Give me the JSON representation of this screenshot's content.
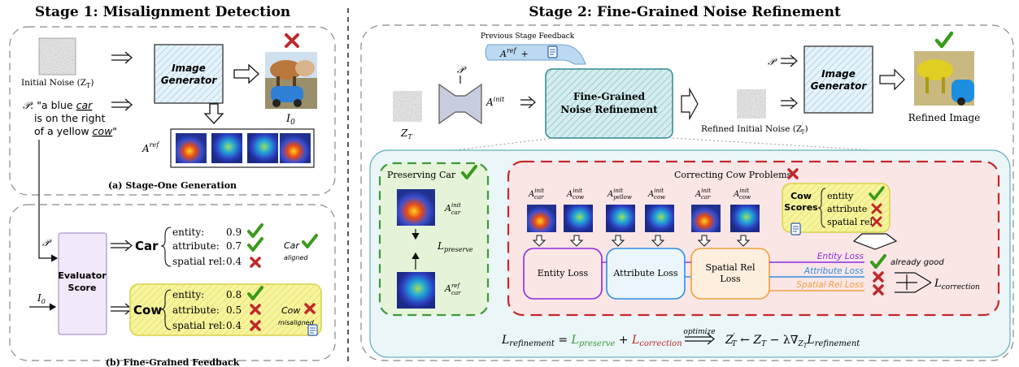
{
  "stage1": {
    "title": "Stage 1: Misalignment Detection",
    "initial_noise_label": "Initial Noise (Z",
    "initial_noise_sub": "T",
    "prompt_symbol": "𝒫",
    "prompt_line1": ": \"a blue ",
    "prompt_car": "car",
    "prompt_line2": "is on the right",
    "prompt_line3": "of a yellow ",
    "prompt_cow": "cow",
    "image_generator": "Image\nGenerator",
    "i0": "I",
    "i0_sub": "0",
    "aref": "A",
    "aref_sup": "ref",
    "caption_a": "(a) Stage-One Generation",
    "caption_b": "(b) Fine-Grained Feedback",
    "evaluator": "Evaluator\nScore",
    "p_symbol": "𝒫",
    "i0_input": "I",
    "car": {
      "name": "Car",
      "rows": [
        {
          "label": "entity:",
          "score": "0.9",
          "mark": "check"
        },
        {
          "label": "attribute:",
          "score": "0.7",
          "mark": "check"
        },
        {
          "label": "spatial rel:",
          "score": "0.4",
          "mark": "cross"
        }
      ],
      "verdict": "Car",
      "verdict_sub": "aligned"
    },
    "cow": {
      "name": "Cow",
      "rows": [
        {
          "label": "entity:",
          "score": "0.8",
          "mark": "check"
        },
        {
          "label": "attribute:",
          "score": "0.5",
          "mark": "cross"
        },
        {
          "label": "spatial rel:",
          "score": "0.4",
          "mark": "cross"
        }
      ],
      "verdict": "Cow",
      "verdict_sub": "misaligned"
    }
  },
  "stage2": {
    "title": "Stage 2: Fine-Grained Noise Refinement",
    "previous_feedback": "Previous Stage Feedback",
    "aref_plus": "A",
    "aref_plus_sup": "ref",
    "plus": "+",
    "p_symbol": "𝒫",
    "a_init": "A",
    "a_init_sup": "init",
    "zt": "Z",
    "zt_sub": "T",
    "refinement_box": "Fine-Grained\nNoise Refinement",
    "refined_noise_label": "Refined Initial Noise (Z",
    "refined_noise_sub": "T",
    "image_generator": "Image\nGenerator",
    "refined_image": "Refined Image",
    "preserving": "Preserving Car",
    "a_car_init": "A",
    "a_car_init_sup": "init",
    "a_car_init_sub": "car",
    "l_preserve": "L",
    "l_preserve_sub": "preserve",
    "a_car_ref_sup": "ref",
    "correcting": "Correcting Cow Problems",
    "attn_labels": [
      {
        "sup": "init",
        "sub": "car"
      },
      {
        "sup": "init",
        "sub": "cow"
      },
      {
        "sup": "init",
        "sub": "yellow"
      },
      {
        "sup": "init",
        "sub": "cow"
      },
      {
        "sup": "init",
        "sub": "car"
      },
      {
        "sup": "init",
        "sub": "cow"
      }
    ],
    "cow_scores_title": "Cow\nScores",
    "cow_scores_rows": [
      "entity",
      "attribute",
      "spatial rel"
    ],
    "entity_loss": "Entity Loss",
    "attribute_loss": "Attribute Loss",
    "spatial_loss": "Spatial Rel\nLoss",
    "entity_loss_label": "Entity Loss",
    "attribute_loss_label": "Attribute Loss",
    "spatial_loss_label": "Spatial Rel Loss",
    "already_good": "already good",
    "l_correction": "L",
    "l_correction_sub": "correction",
    "optimize": "optimize",
    "eq_refinement": "L",
    "eq_refinement_sub": "refinement",
    "eq_update_lhs": "Z",
    "eq_update_rest": "← Z",
    "eq_lambda": "− λ∇",
    "eq_L": "L"
  },
  "colors": {
    "check": "#3a9a1a",
    "cross": "#c0282a",
    "generator_fill": "#e3f1f9",
    "refine_fill": "#cfe7ea",
    "refine_stroke": "#2f8a8f",
    "panel_fill": "#eaf6f8",
    "preserve_fill": "#e5f4d8",
    "preserve_stroke": "#3f9a3a",
    "correct_fill": "#fbe6e6",
    "correct_stroke": "#c62828",
    "highlight": "#f5f27a",
    "evaluator_fill": "#f1e8fa",
    "entity": "#8a2be2",
    "attribute": "#2f8fe0",
    "spatial": "#f0a040",
    "green_text": "#3f9a3a",
    "red_text": "#c0282a"
  }
}
